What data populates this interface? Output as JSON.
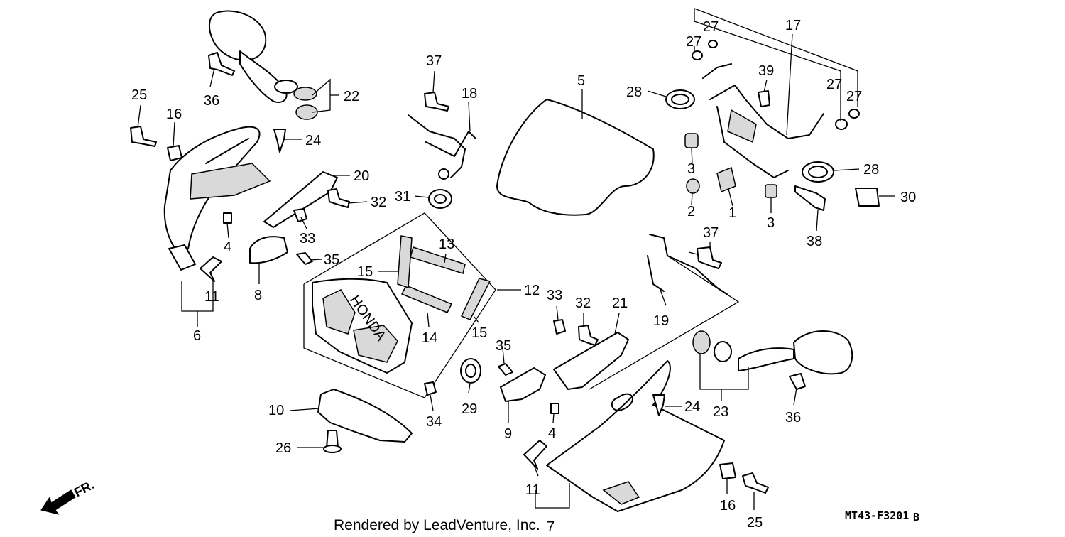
{
  "callouts": {
    "c1": "1",
    "c2": "2",
    "c3a": "3",
    "c3b": "3",
    "c4a": "4",
    "c4b": "4",
    "c5": "5",
    "c6": "6",
    "c7": "7",
    "c8": "8",
    "c9": "9",
    "c10": "10",
    "c11a": "11",
    "c11b": "11",
    "c12": "12",
    "c13": "13",
    "c14": "14",
    "c15a": "15",
    "c15b": "15",
    "c16a": "16",
    "c16b": "16",
    "c17": "17",
    "c18": "18",
    "c19": "19",
    "c20": "20",
    "c21": "21",
    "c22": "22",
    "c23": "23",
    "c24a": "24",
    "c24b": "24",
    "c25a": "25",
    "c25b": "25",
    "c26": "26",
    "c27a": "27",
    "c27b": "27",
    "c27c": "27",
    "c27d": "27",
    "c28a": "28",
    "c28b": "28",
    "c29": "29",
    "c30": "30",
    "c31": "31",
    "c32a": "32",
    "c32b": "32",
    "c33a": "33",
    "c33b": "33",
    "c34": "34",
    "c35a": "35",
    "c35b": "35",
    "c36a": "36",
    "c36b": "36",
    "c37a": "37",
    "c37b": "37",
    "c38": "38",
    "c39": "39"
  },
  "direction_label": "FR.",
  "footer": {
    "credit": "Rendered by LeadVenture, Inc.",
    "diagram_code": "MT43-F3201",
    "revision": "B"
  },
  "brand_text": "HONDA"
}
